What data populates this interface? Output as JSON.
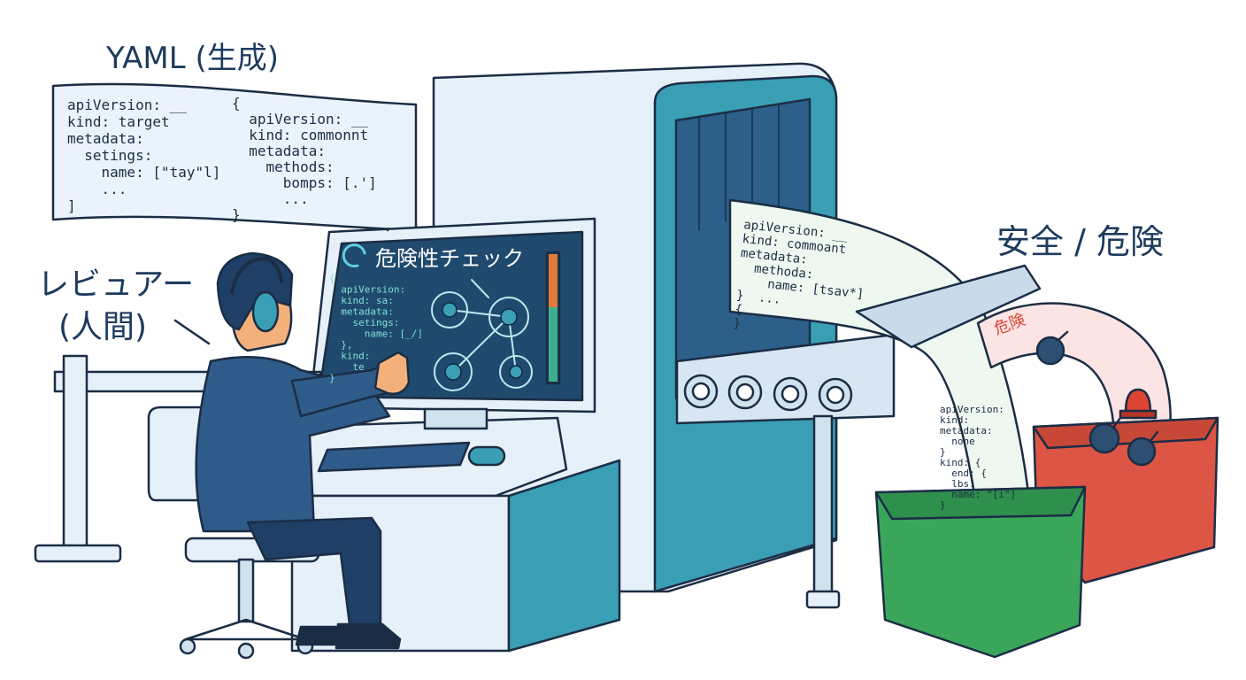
{
  "labels": {
    "yaml_title": "YAML (生成)",
    "reviewer_line1": "レビュアー",
    "reviewer_line2": "(人間)",
    "result": "安全 / 危険",
    "screen_title": "危険性チェック",
    "danger_tag": "危険"
  },
  "yaml_sheet": {
    "left_block": [
      "apiVersion: __",
      "kind: target",
      "metadata:",
      "  setings:",
      "    name: [\"tay\"l]",
      "    ...",
      "]"
    ],
    "right_block": [
      "{",
      "  apiVersion: __",
      "  kind: commonnt",
      "  metadata:",
      "    methods:",
      "      bomps: [.']",
      "      ...",
      "}"
    ]
  },
  "screen_code": [
    "{",
    "  apiVersion:",
    "  kind: sa:",
    "  metadata:",
    "    setings:",
    "      name: [_/]",
    "  },",
    "  kind:",
    "    te",
    "}"
  ],
  "tunnel_code": [
    "apiVersion: __",
    "kind: commoant",
    "metadata:",
    "  methoda:",
    "    name: [tsav*]",
    "}  ...",
    "{",
    "}"
  ],
  "safe_paper_code": [
    "apiVersion:",
    "kind:",
    "metadata:",
    "  none",
    "}",
    "kind: {",
    "  end: {",
    "  lbs:",
    "  name: \"[i\"]",
    "}"
  ],
  "colors": {
    "outline": "#1b2d45",
    "machine_teal": "#3a9fb4",
    "machine_light": "#e6f0f8",
    "screen_bg": "#1f4a6e",
    "suit": "#2e5b8a",
    "safe_bin": "#3aa65a",
    "danger_bin": "#dd5544",
    "paper": "#eef8f0"
  },
  "icons": [
    "bomb-icon",
    "alarm-light-icon",
    "refresh-icon",
    "headphones-icon"
  ]
}
